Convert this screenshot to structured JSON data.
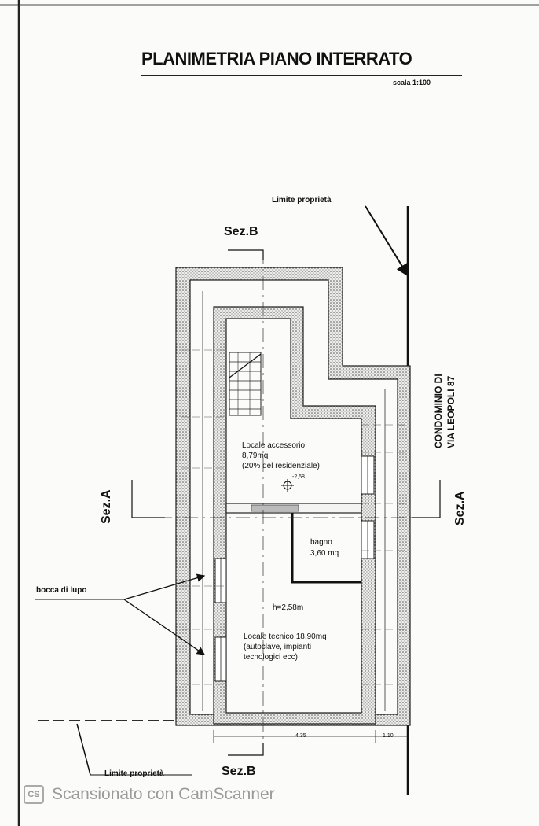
{
  "title": "PLANIMETRIA PIANO INTERRATO",
  "scale": "scala 1:100",
  "labels": {
    "property_limit_top": "Limite proprietà",
    "property_limit_bottom": "Limite proprietà",
    "section_b_top": "Sez.B",
    "section_b_bottom": "Sez.B",
    "section_a_left": "Sez.A",
    "section_a_right": "Sez.A",
    "neighbor_line1": "CONDOMINIO DI",
    "neighbor_line2": "VIA LEOPOLI 87",
    "wolf_mouth": "bocca di lupo"
  },
  "rooms": {
    "accessory": {
      "line1": "Locale accessorio",
      "line2": "8,79mq",
      "line3": "(20% del residenziale)",
      "level": "-2,58"
    },
    "bath": {
      "line1": "bagno",
      "line2": "3,60 mq"
    },
    "technical": {
      "height": "h=2,58m",
      "line1": "Locale tecnico 18,90mq",
      "line2": "(autoclave, impianti",
      "line3": "tecnologici ecc)"
    }
  },
  "dimensions": {
    "main": "4.35",
    "side": "1.10"
  },
  "footer": {
    "icon": "cs-logo-icon",
    "text": "Scansionato con CamScanner"
  }
}
